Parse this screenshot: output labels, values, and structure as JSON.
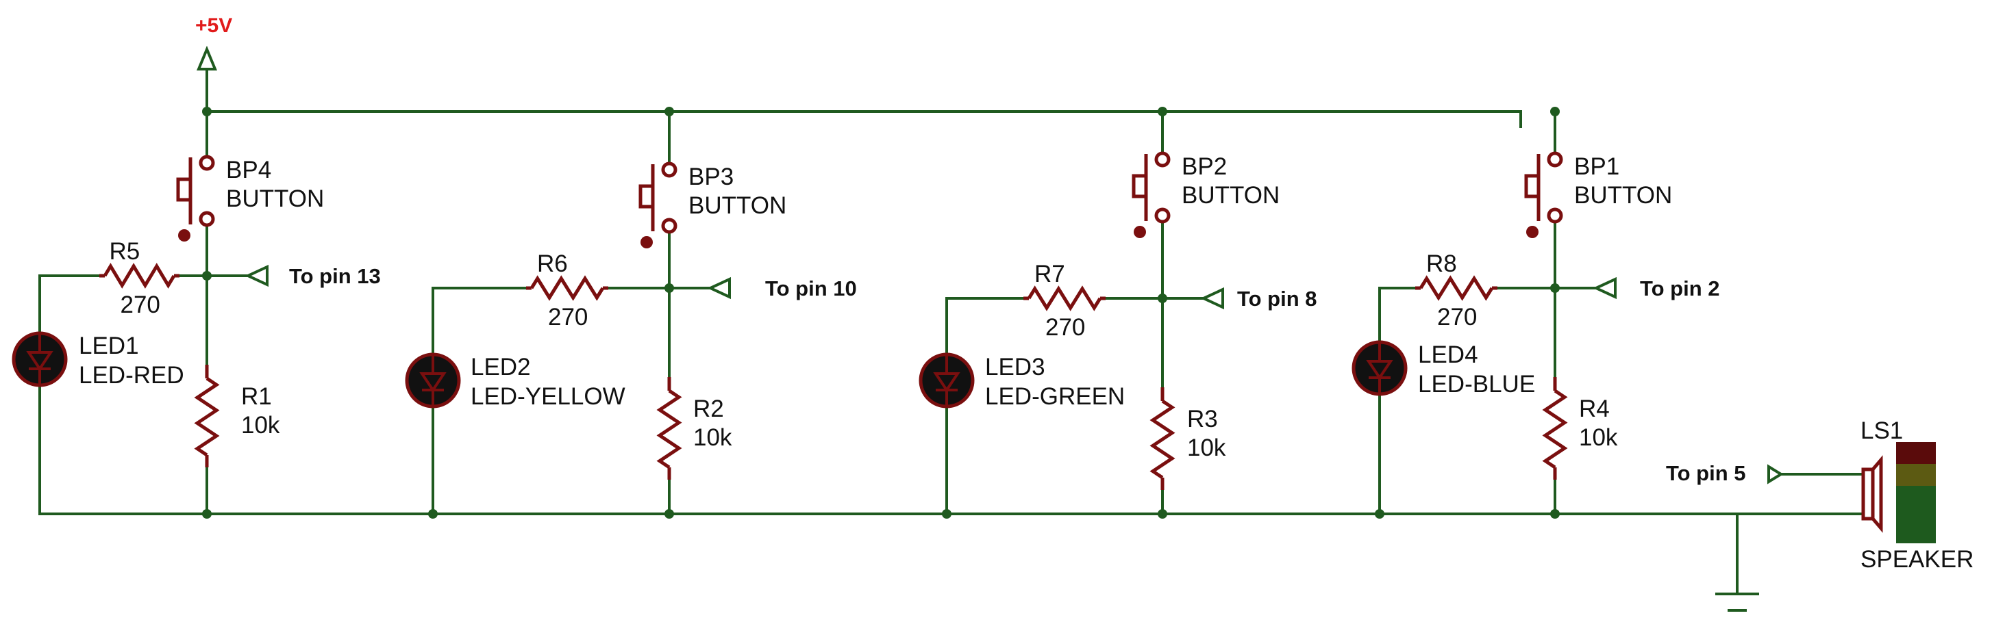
{
  "supply": {
    "label": "+5V"
  },
  "buttons": [
    {
      "ref": "BP4",
      "type": "BUTTON"
    },
    {
      "ref": "BP3",
      "type": "BUTTON"
    },
    {
      "ref": "BP2",
      "type": "BUTTON"
    },
    {
      "ref": "BP1",
      "type": "BUTTON"
    }
  ],
  "series_resistors": [
    {
      "ref": "R5",
      "value": "270"
    },
    {
      "ref": "R6",
      "value": "270"
    },
    {
      "ref": "R7",
      "value": "270"
    },
    {
      "ref": "R8",
      "value": "270"
    }
  ],
  "pulldown_resistors": [
    {
      "ref": "R1",
      "value": "10k"
    },
    {
      "ref": "R2",
      "value": "10k"
    },
    {
      "ref": "R3",
      "value": "10k"
    },
    {
      "ref": "R4",
      "value": "10k"
    }
  ],
  "leds": [
    {
      "ref": "LED1",
      "type": "LED-RED"
    },
    {
      "ref": "LED2",
      "type": "LED-YELLOW"
    },
    {
      "ref": "LED3",
      "type": "LED-GREEN"
    },
    {
      "ref": "LED4",
      "type": "LED-BLUE"
    }
  ],
  "pin_labels": [
    "To pin 13",
    "To pin 10",
    "To pin 8",
    "To pin 2"
  ],
  "speaker": {
    "ref": "LS1",
    "type": "SPEAKER",
    "pin_label": "To pin 5"
  },
  "colors": {
    "wire": "#1f5a1f",
    "component": "#7a0f0f",
    "supply_text": "#e11b1b"
  }
}
